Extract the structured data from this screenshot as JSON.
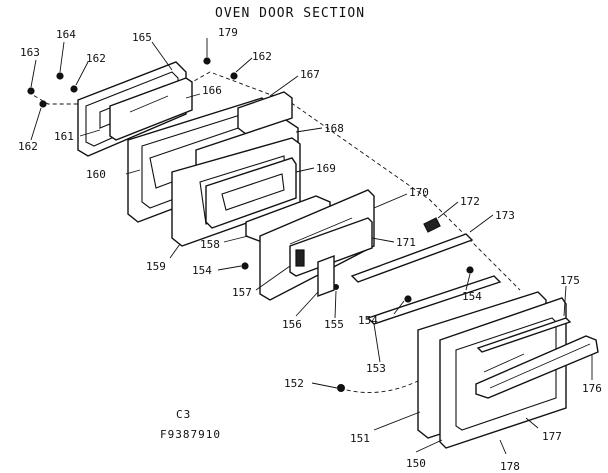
{
  "title": "OVEN DOOR SECTION",
  "code": {
    "line1": "C3",
    "line2": "F9387910"
  },
  "callouts": {
    "p150": "150",
    "p151": "151",
    "p152": "152",
    "p153": "153",
    "p154a": "154",
    "p154b": "154",
    "p154c": "154",
    "p155": "155",
    "p156": "156",
    "p157": "157",
    "p158": "158",
    "p159": "159",
    "p160": "160",
    "p161": "161",
    "p162a": "162",
    "p162b": "162",
    "p162c": "162",
    "p163": "163",
    "p164": "164",
    "p165": "165",
    "p166": "166",
    "p167": "167",
    "p168": "168",
    "p169": "169",
    "p170": "170",
    "p171": "171",
    "p172": "172",
    "p173": "173",
    "p175": "175",
    "p176": "176",
    "p177": "177",
    "p178": "178",
    "p179": "179"
  }
}
